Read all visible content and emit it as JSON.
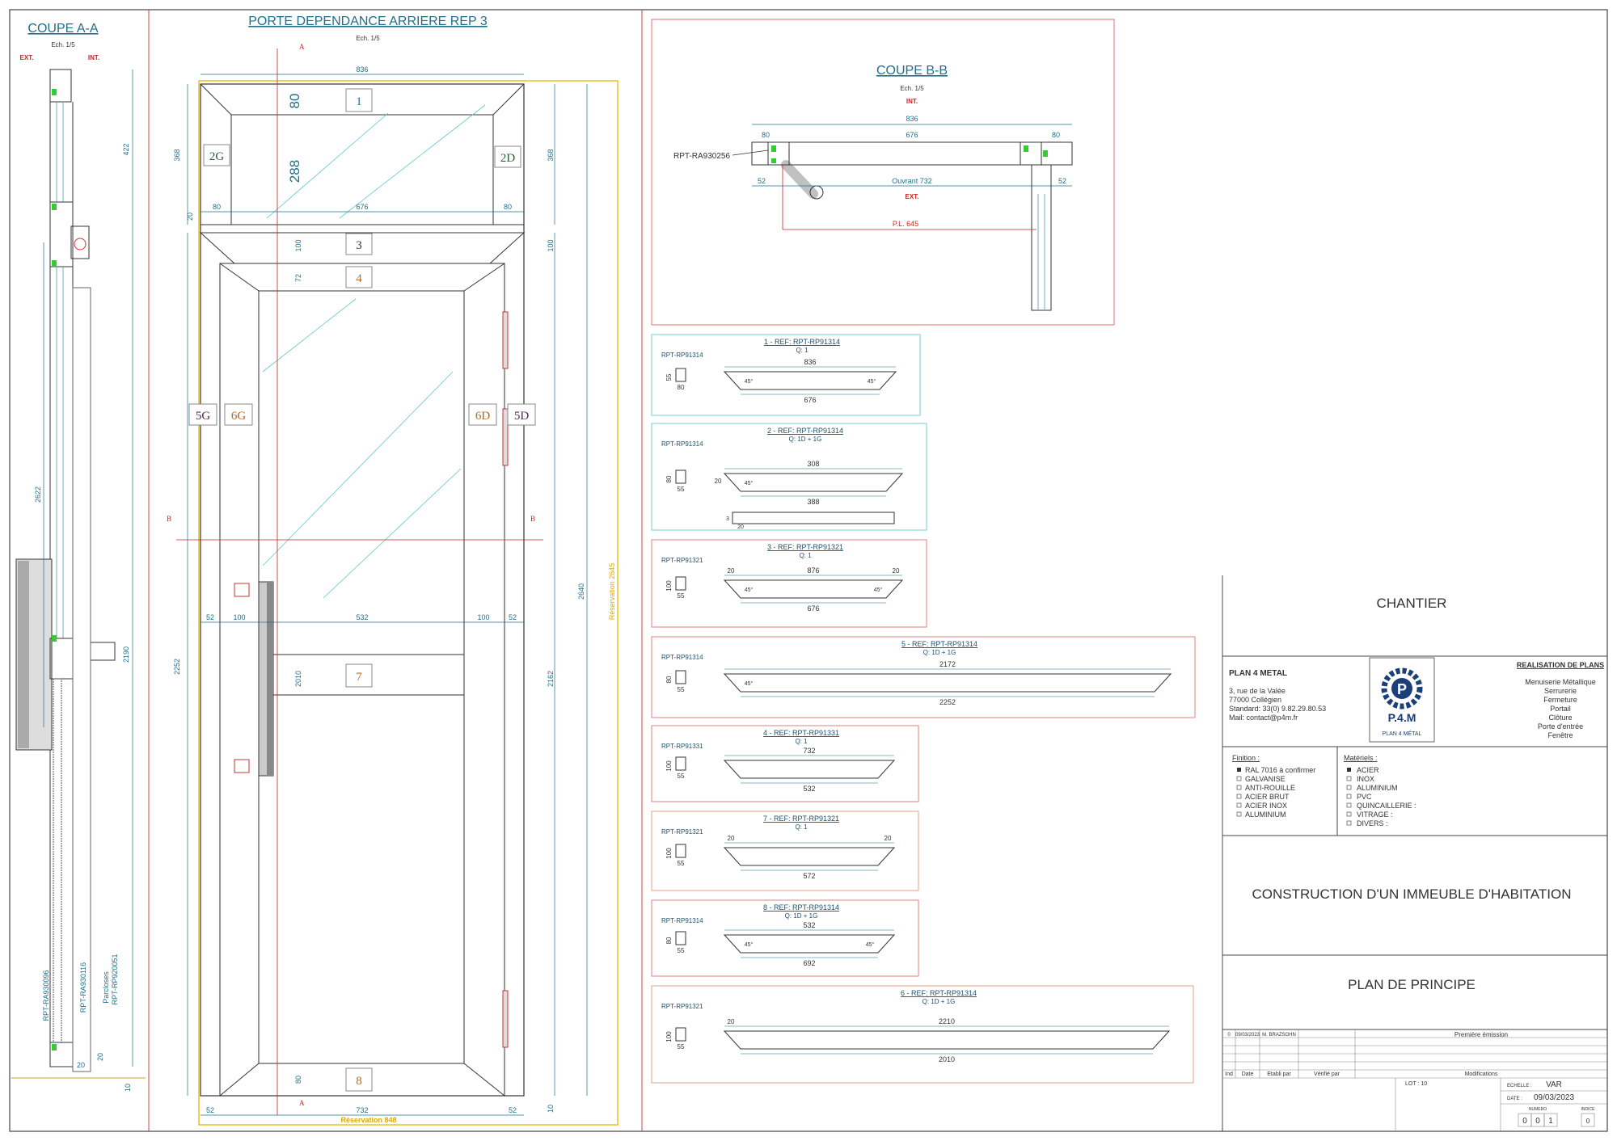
{
  "coupe_aa": {
    "title": "COUPE A-A",
    "scale": "Ech. 1/5",
    "ext": "EXT.",
    "int": "INT.",
    "dims": {
      "d422": "422",
      "d2622": "2622",
      "d2190": "2190",
      "d20": "20",
      "d10": "10",
      "d20b": "20"
    },
    "refs": {
      "r1": "RPT-RA930096",
      "r2": "RPT-RA930116",
      "r3": "Parcloses",
      "r4": "RPT-RP920051"
    }
  },
  "elevation": {
    "title": "PORTE DEPENDANCE ARRIERE REP 3",
    "scale": "Ech. 1/5",
    "section_a": "A",
    "section_b": "B",
    "dims": {
      "w836": "836",
      "h80": "80",
      "h288": "288",
      "h368": "368",
      "h368r": "368",
      "h20": "20",
      "w80l": "80",
      "w676": "676",
      "w80r": "80",
      "h100": "100",
      "h100r": "100",
      "h72": "72",
      "w52l": "52",
      "w100l": "100",
      "w532": "532",
      "w100r": "100",
      "w52r": "52",
      "h2252": "2252",
      "h2010": "2010",
      "h2162": "2162",
      "h2640": "2640",
      "h80b": "80",
      "w732": "732",
      "w52bl": "52",
      "w52br": "52",
      "h10": "10"
    },
    "reservation_h": "Réservation 2645",
    "reservation_w": "Réservation 848",
    "labels": {
      "p1": "1",
      "p2g": "2G",
      "p2d": "2D",
      "p3": "3",
      "p4": "4",
      "p5g": "5G",
      "p6g": "6G",
      "p6d": "6D",
      "p5d": "5D",
      "p7": "7",
      "p8": "8"
    }
  },
  "coupe_bb": {
    "title": "COUPE B-B",
    "scale": "Ech. 1/5",
    "int": "INT.",
    "ext": "EXT.",
    "ref": "RPT-RA930256",
    "w836": "836",
    "w80l": "80",
    "w676": "676",
    "w80r": "80",
    "w52l": "52",
    "w52r": "52",
    "ouvrant": "Ouvrant 732",
    "pl": "P.L. 645"
  },
  "parts": [
    {
      "title": "1 - REF: RPT-RP91314",
      "qty": "Q: 1",
      "profile": "RPT-RP91314",
      "p1": "55",
      "p2": "80",
      "top": "836",
      "bottom": "676",
      "a1": "45°",
      "a2": "45°"
    },
    {
      "title": "2 - REF: RPT-RP91314",
      "qty": "Q: 1D + 1G",
      "profile": "RPT-RP91314",
      "p1": "80",
      "p2": "55",
      "top": "308",
      "mid": "388",
      "left": "20",
      "a1": "45°",
      "sub1": "3",
      "sub2": "20"
    },
    {
      "title": "3 - REF: RPT-RP91321",
      "qty": "Q: 1",
      "profile": "RPT-RP91321",
      "p1": "100",
      "p2": "55",
      "top": "876",
      "bottom": "676",
      "l": "20",
      "r": "20",
      "a1": "45°",
      "a2": "45°"
    },
    {
      "title": "5 - REF: RPT-RP91314",
      "qty": "Q: 1D + 1G",
      "profile": "RPT-RP91314",
      "p1": "80",
      "p2": "55",
      "top": "2172",
      "bottom": "2252",
      "a1": "45°"
    },
    {
      "title": "4 - REF: RPT-RP91331",
      "qty": "Q: 1",
      "profile": "RPT-RP91331",
      "p1": "100",
      "p2": "55",
      "top": "732",
      "bottom": "532"
    },
    {
      "title": "7 - REF: RPT-RP91321",
      "qty": "Q: 1",
      "profile": "RPT-RP91321",
      "p1": "100",
      "p2": "55",
      "bottom": "572",
      "l": "20",
      "r": "20"
    },
    {
      "title": "8 - REF: RPT-RP91314",
      "qty": "Q: 1D + 1G",
      "profile": "RPT-RP91314",
      "p1": "80",
      "p2": "55",
      "top": "532",
      "bottom": "692",
      "a1": "45°",
      "a2": "45°"
    },
    {
      "title": "6 - REF: RPT-RP91314",
      "qty": "Q: 1D + 1G",
      "profile": "RPT-RP91321",
      "p1": "100",
      "p2": "55",
      "top": "2210",
      "bottom": "2010",
      "l": "20"
    }
  ],
  "title_block": {
    "chantier": "CHANTIER",
    "company": "PLAN 4 METAL",
    "address": [
      "3, rue de la Valée",
      "77000 Collégien",
      "Standard: 33(0) 9.82.29.80.53",
      "Mail: contact@p4m.fr"
    ],
    "logo_text": "P.4.M",
    "logo_sub": "PLAN 4 MÉTAL",
    "realisation": "REALISATION DE PLANS",
    "services": [
      "Menuiserie Métallique",
      "Serrurerie",
      "Fermeture",
      "Portail",
      "Clôture",
      "Porte d'entrée",
      "Fenêtre"
    ],
    "finition_label": "Finition :",
    "finitions": [
      "RAL 7016 à confirmer",
      "GALVANISE",
      "ANTI-ROUILLE",
      "ACIER BRUT",
      "ACIER INOX",
      "ALUMINIUM"
    ],
    "materiaux_label": "Matériels :",
    "materiaux": [
      "ACIER",
      "INOX",
      "ALUMINIUM",
      "PVC",
      "QUINCAILLERIE :",
      "VITRAGE :",
      "DIVERS :"
    ],
    "project": "CONSTRUCTION D'UN IMMEUBLE D'HABITATION",
    "plan": "PLAN DE PRINCIPE",
    "rev_row": {
      "ind": "0",
      "date": "09/03/2023",
      "by": "M. BRAZSOHN",
      "mod": "Première émission"
    },
    "rev_headers": [
      "Ind",
      "Date",
      "Etabli par",
      "Vérifié par",
      "Modifications"
    ],
    "lot": "LOT : 10",
    "echelle_label": "ECHELLE :",
    "echelle": "VAR",
    "date_label": "DATE :",
    "date": "09/03/2023",
    "numero_label": "NUMERO",
    "indice_label": "INDICE",
    "numero": [
      "0",
      "0",
      "1"
    ],
    "indice": "0"
  }
}
